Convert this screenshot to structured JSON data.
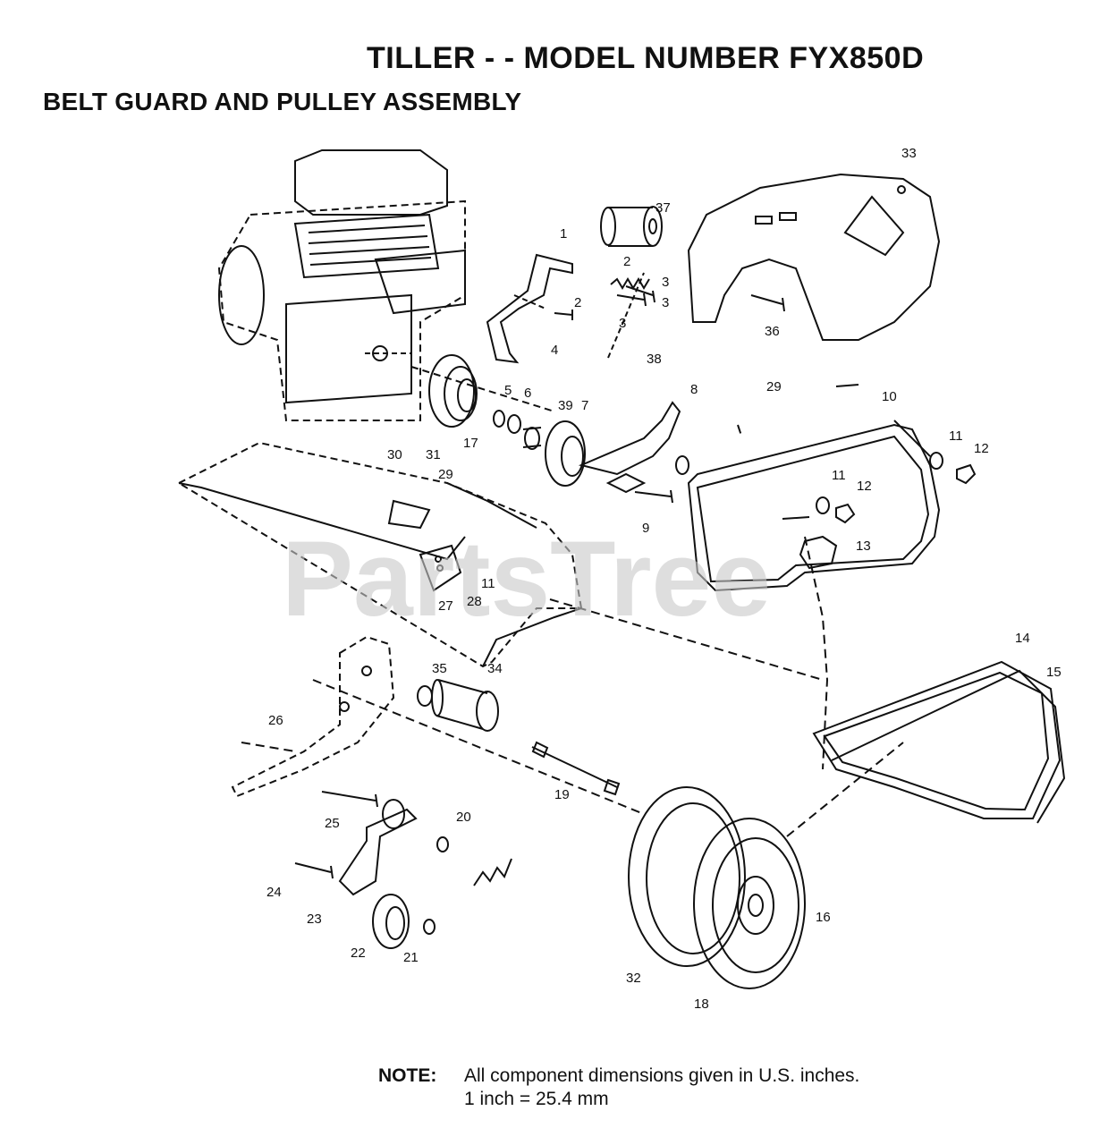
{
  "header": {
    "title": "TILLER - - MODEL NUMBER FYX850D",
    "subtitle": "BELT GUARD AND PULLEY ASSEMBLY"
  },
  "watermark": "PartsTree",
  "note": {
    "label": "NOTE:",
    "line1": "All component dimensions given in U.S. inches.",
    "line2": "1 inch = 25.4 mm"
  },
  "callouts": [
    "33",
    "37",
    "1",
    "2",
    "3",
    "2",
    "3",
    "3",
    "4",
    "36",
    "38",
    "5",
    "6",
    "39",
    "7",
    "8",
    "29",
    "10",
    "11",
    "12",
    "11",
    "12",
    "13",
    "9",
    "17",
    "31",
    "30",
    "29",
    "11",
    "28",
    "27",
    "14",
    "15",
    "35",
    "34",
    "26",
    "19",
    "25",
    "20",
    "24",
    "23",
    "22",
    "21",
    "16",
    "32",
    "18"
  ]
}
